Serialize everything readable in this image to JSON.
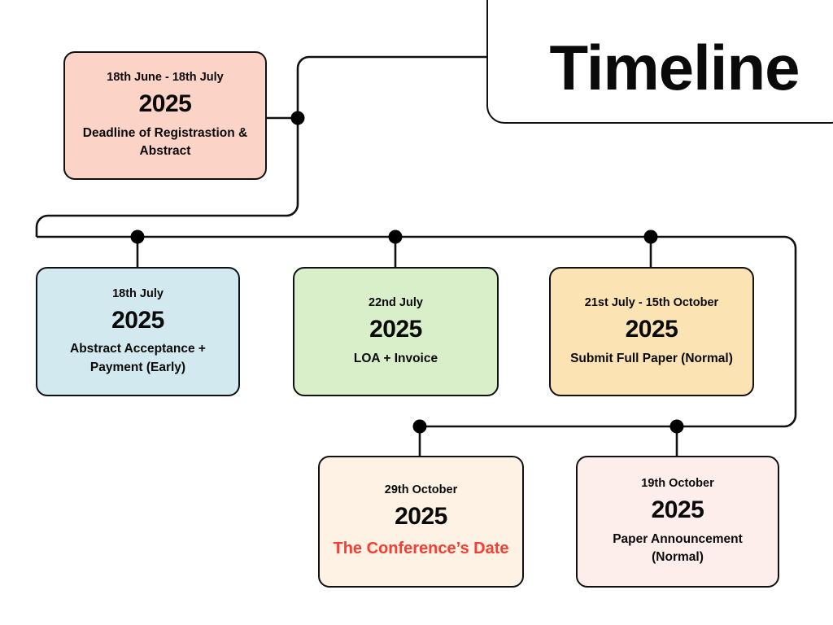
{
  "header": {
    "title": "Timeline"
  },
  "theme": {
    "line_color": "#111111",
    "node_color": "#000000",
    "text_color": "#0a0a0a",
    "accent_red": "#FA3C32",
    "background": "#ffffff"
  },
  "timeline": {
    "events": [
      {
        "id": "registration",
        "date": "18th June - 18th July",
        "year": "2025",
        "description": "Deadline of Registrastion & Abstract",
        "color": "#FCD3C7"
      },
      {
        "id": "acceptance",
        "date": "18th July",
        "year": "2025",
        "description": "Abstract Acceptance + Payment (Early)",
        "color": "#D2EAEF"
      },
      {
        "id": "loa",
        "date": "22nd July",
        "year": "2025",
        "description": "LOA + Invoice",
        "color": "#D8EFC9"
      },
      {
        "id": "fullpaper",
        "date": "21st July - 15th October",
        "year": "2025",
        "description": "Submit Full Paper (Normal)",
        "color": "#FCE3B4"
      },
      {
        "id": "conference",
        "date": "29th October",
        "year": "2025",
        "description": "The Conference’s Date",
        "color": "#FDF2E3",
        "accent": true
      },
      {
        "id": "announcement",
        "date": "19th October",
        "year": "2025",
        "description": "Paper Announcement (Normal)",
        "color": "#FDEEEC"
      }
    ]
  }
}
